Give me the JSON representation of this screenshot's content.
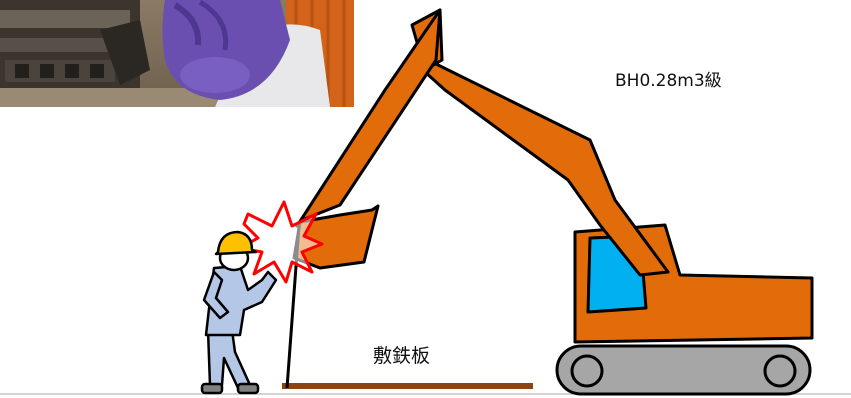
{
  "excavator_model_label": "BH0.28m3級",
  "steel_plate_label": "敷鉄板",
  "colors": {
    "excavator_body": "#E36C0A",
    "cab_window": "#00B0F0",
    "track": "#A6A6A6",
    "steel_plate": "#8B4513",
    "helmet": "#FFC000",
    "worker_suit": "#B4C7E7",
    "impact_outline": "#FF0000",
    "glove": "#6A4FB0",
    "outline": "#000000"
  },
  "icons": {
    "impact": "impact-burst-icon",
    "photo": "excavator-bucket-photo"
  }
}
